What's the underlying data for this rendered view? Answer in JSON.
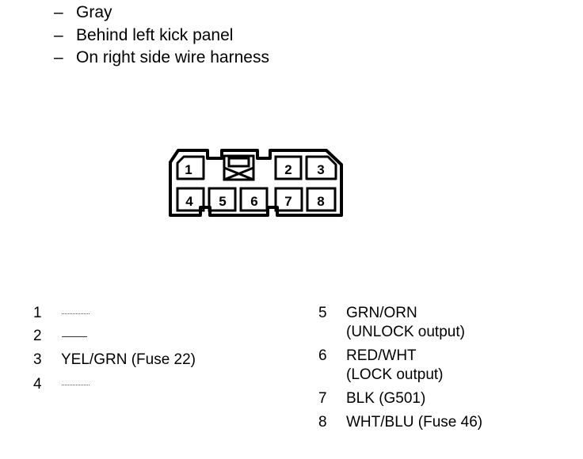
{
  "header": {
    "lines": [
      "Gray",
      "Behind left kick panel",
      "On right side wire harness"
    ],
    "dash": "–"
  },
  "connector": {
    "pins": [
      "1",
      "2",
      "3",
      "4",
      "5",
      "6",
      "7",
      "8"
    ]
  },
  "pinout": {
    "left": [
      {
        "num": "1",
        "desc": ""
      },
      {
        "num": "2",
        "desc": ""
      },
      {
        "num": "3",
        "desc": "YEL/GRN (Fuse 22)"
      },
      {
        "num": "4",
        "desc": ""
      }
    ],
    "right": [
      {
        "num": "5",
        "desc": "GRN/ORN",
        "note": "(UNLOCK output)"
      },
      {
        "num": "6",
        "desc": "RED/WHT",
        "note": "(LOCK output)"
      },
      {
        "num": "7",
        "desc": "BLK (G501)",
        "note": ""
      },
      {
        "num": "8",
        "desc": "WHT/BLU (Fuse 46)",
        "note": ""
      }
    ]
  }
}
